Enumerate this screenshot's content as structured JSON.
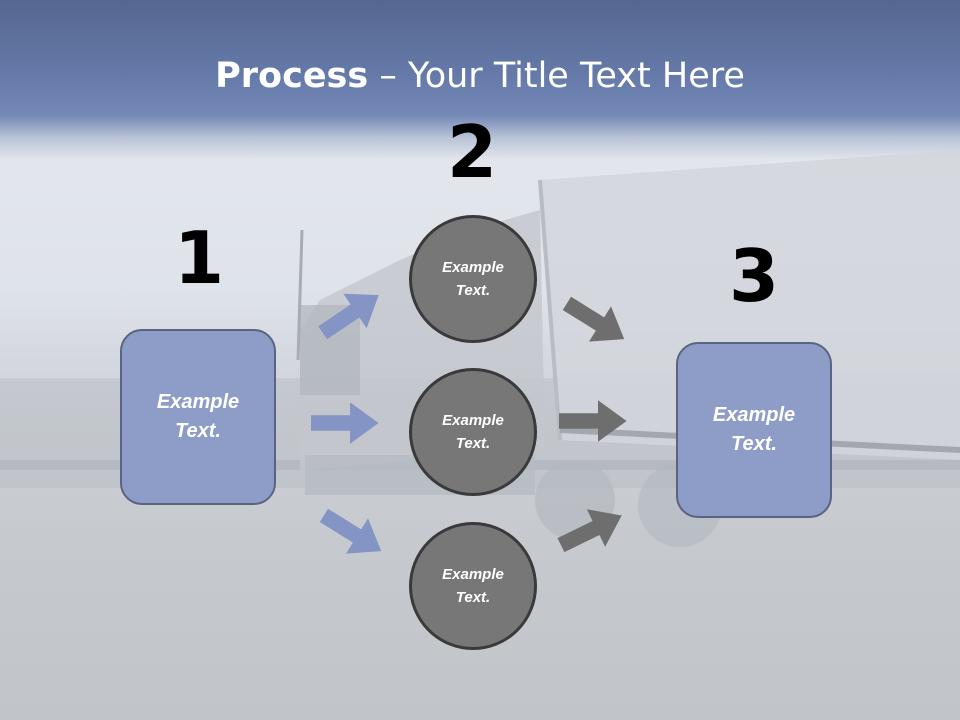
{
  "title": {
    "bold": "Process",
    "dash": " – ",
    "rest": "Your Title Text Here"
  },
  "steps": [
    "1",
    "2",
    "3"
  ],
  "left_box": {
    "line1": "Example",
    "line2": "Text."
  },
  "circles": [
    {
      "line1": "Example",
      "line2": "Text."
    },
    {
      "line1": "Example",
      "line2": "Text."
    },
    {
      "line1": "Example",
      "line2": "Text."
    }
  ],
  "right_box": {
    "line1": "Example",
    "line2": "Text."
  },
  "colors": {
    "header": "#6479a8",
    "box_fill": "#8e9dc8",
    "box_border": "#5a6381",
    "circle_fill": "#777777",
    "circle_border": "#3a3a3a",
    "blue_arrow": "#8494c4",
    "gray_arrow": "#6e6e6e"
  }
}
